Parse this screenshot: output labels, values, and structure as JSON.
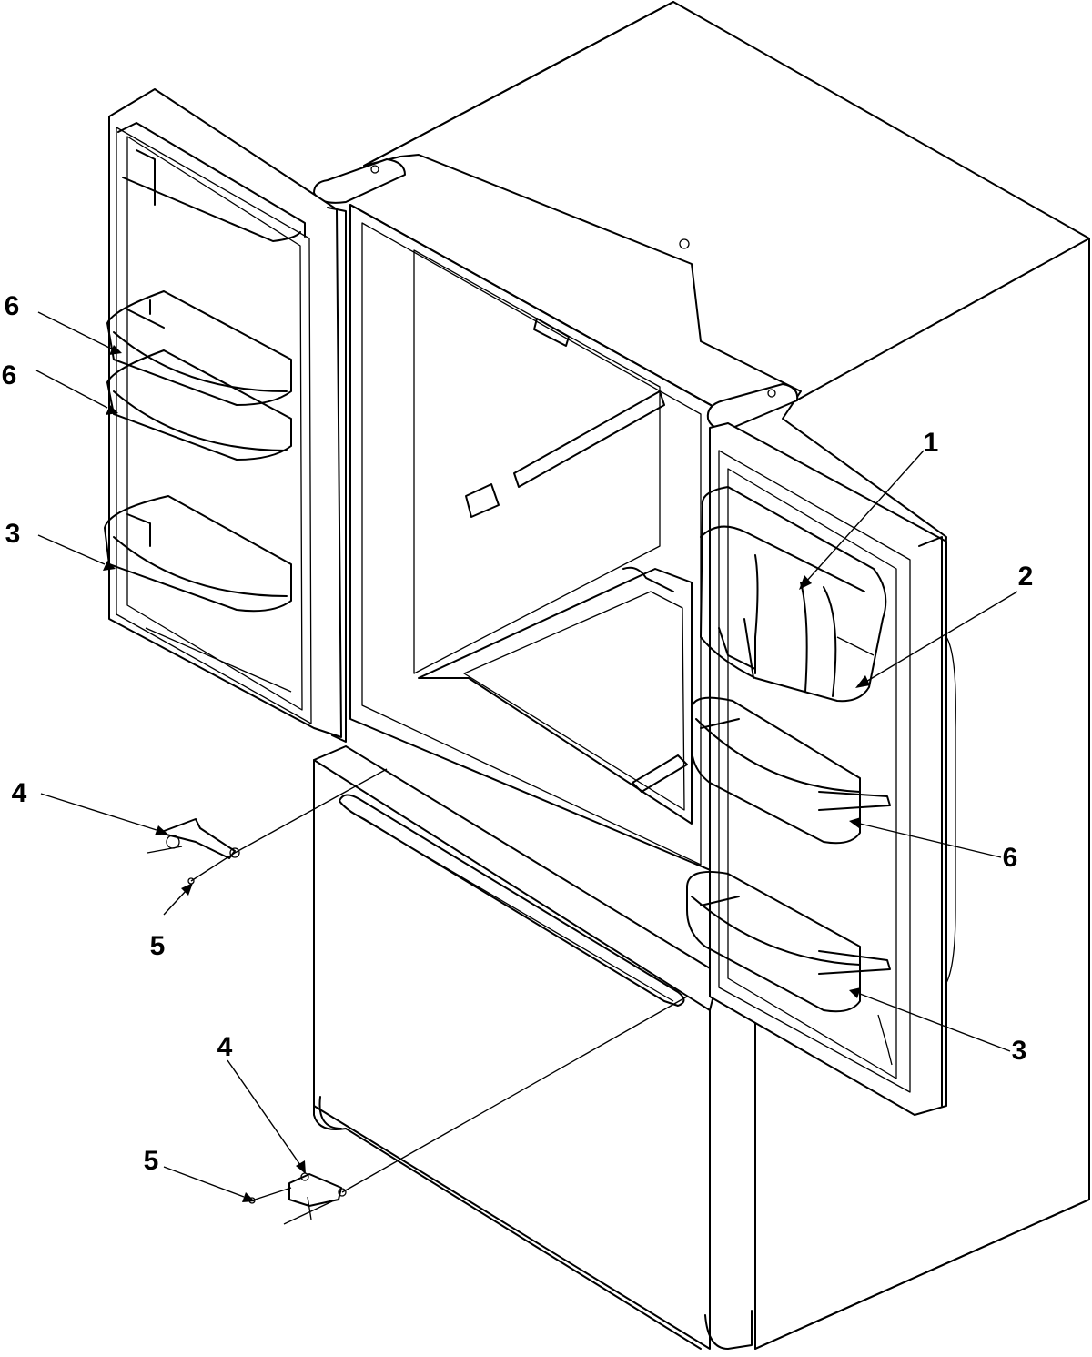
{
  "callouts": {
    "c1": "1",
    "c2": "2",
    "c3_right": "3",
    "c3_left": "3",
    "c4_upper": "4",
    "c4_lower": "4",
    "c5_upper": "5",
    "c5_lower": "5",
    "c6_right": "6",
    "c6_left_top": "6",
    "c6_left_mid": "6"
  }
}
